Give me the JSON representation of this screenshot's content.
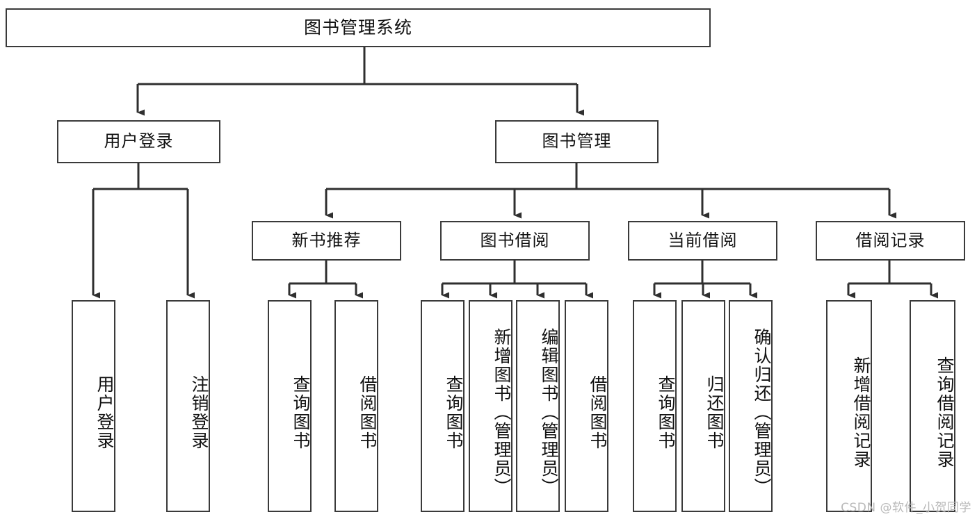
{
  "diagram": {
    "title": "图书管理系统",
    "type": "tree",
    "watermark": "CSDN @软件_小贺同学",
    "colors": {
      "box_border": "#3a3a3a",
      "box_fill": "#ffffff",
      "edge": "#2f2f2f",
      "text": "#111111",
      "watermark": "#b9b9b9"
    },
    "root": {
      "label": "图书管理系统"
    },
    "level2": [
      {
        "label": "用户登录"
      },
      {
        "label": "图书管理"
      }
    ],
    "level3": [
      {
        "label": "新书推荐"
      },
      {
        "label": "图书借阅"
      },
      {
        "label": "当前借阅"
      },
      {
        "label": "借阅记录"
      }
    ],
    "leaves": {
      "user_login": [
        {
          "label": "用户登录"
        },
        {
          "label": "注销登录"
        }
      ],
      "new_book_recommend": [
        {
          "label": "查询图书"
        },
        {
          "label": "借阅图书"
        }
      ],
      "book_borrow": [
        {
          "label": "查询图书"
        },
        {
          "label": "新增图书（管理员）"
        },
        {
          "label": "编辑图书（管理员）"
        },
        {
          "label": "借阅图书"
        }
      ],
      "current_borrow": [
        {
          "label": "查询图书"
        },
        {
          "label": "归还图书"
        },
        {
          "label": "确认归还（管理员）"
        }
      ],
      "borrow_record": [
        {
          "label": "新增借阅记录"
        },
        {
          "label": "查询借阅记录"
        }
      ]
    }
  }
}
